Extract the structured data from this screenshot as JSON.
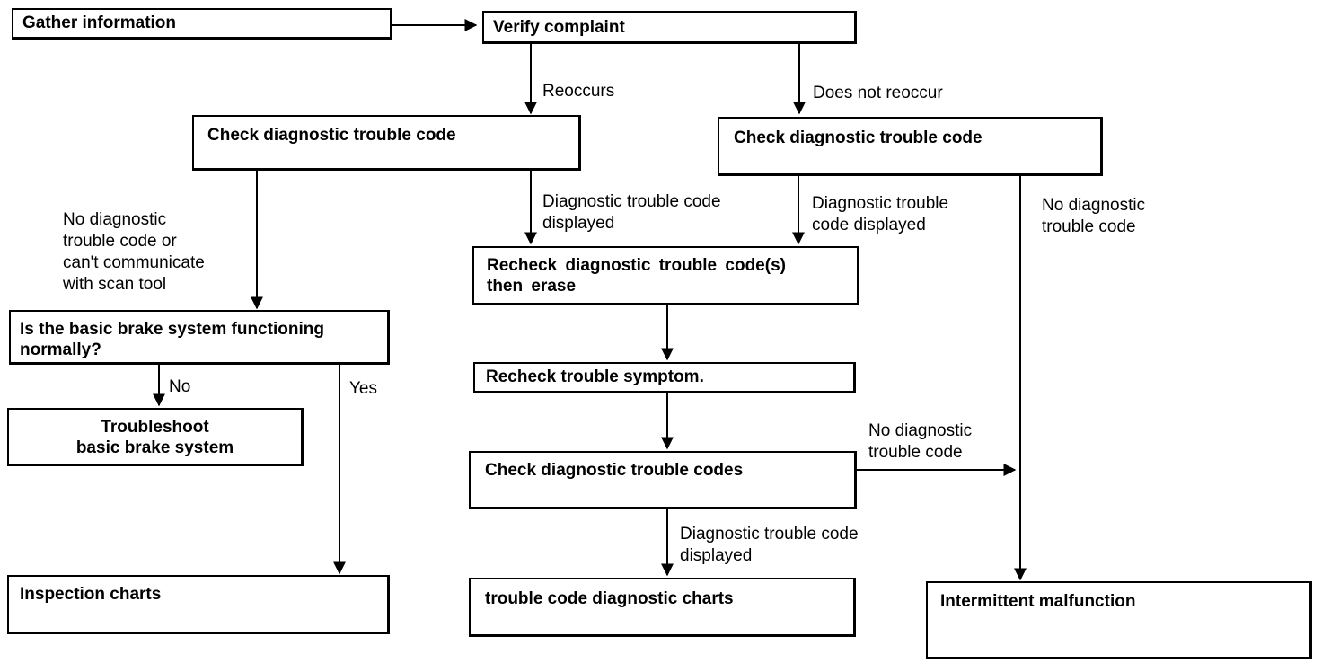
{
  "colors": {
    "ink": "#000000",
    "paper": "#ffffff"
  },
  "nodes": {
    "gather": "Gather information",
    "verify": "Verify complaint",
    "check_dtc_left": "Check diagnostic trouble code",
    "check_dtc_right": "Check diagnostic trouble code",
    "recheck_dtc": "Recheck diagnostic trouble code(s)\nthen erase",
    "basic_brake": "Is the basic brake system functioning\nnormally?",
    "troubleshoot": "Troubleshoot\nbasic brake system",
    "recheck_symptom": "Recheck trouble symptom.",
    "check_dtcs": "Check diagnostic trouble codes",
    "inspection": "Inspection charts",
    "code_charts": "trouble code diagnostic charts",
    "intermittent": "Intermittent malfunction"
  },
  "edges": {
    "reoccurs": "Reoccurs",
    "does_not_reoccur": "Does not reoccur",
    "no_dtc_left": "No diagnostic\ntrouble code or\ncan't communicate\nwith scan tool",
    "dtc_displayed_left": "Diagnostic trouble code\ndisplayed",
    "dtc_displayed_right": "Diagnostic     trouble\ncode displayed",
    "no_dtc_right": "No diagnostic\ntrouble code",
    "no": "No",
    "yes": "Yes",
    "no_dtc_mid": "No diagnostic\ntrouble code",
    "dtc_displayed_bottom": "Diagnostic trouble code\ndisplayed"
  }
}
